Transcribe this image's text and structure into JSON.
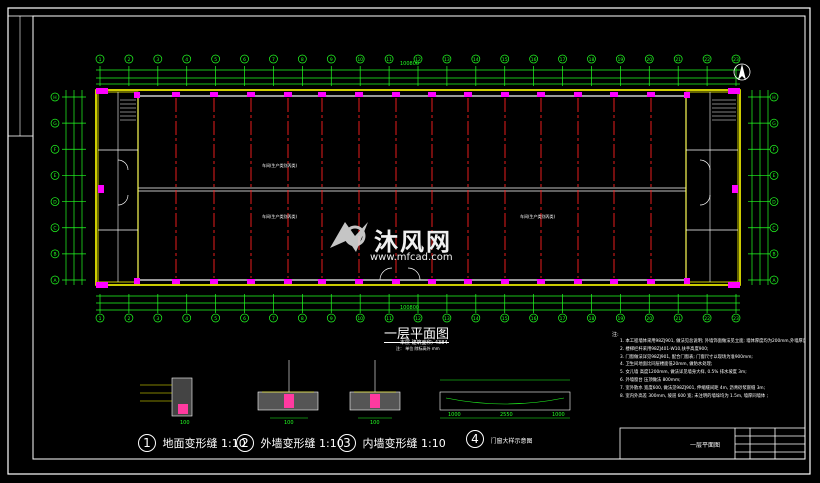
{
  "drawing": {
    "title": "一层平面图",
    "scale_note": "本层 建筑面积: 4384",
    "sub_note": "注： 单位 除标高外 mm",
    "room_labels": [
      "车间(生产类别丙类)",
      "车间(生产类别丙类)",
      "车间(生产类别丙类)"
    ],
    "watermark_brand": "沐风网",
    "watermark_url": "www.mfcad.com",
    "notes_heading": "注:",
    "notes": [
      "1. 本工程墙体采用98ZJ901, 做法见总说明; 外墙饰面做法见立面; 墙体厚度均为200mm,外墙厚度为300mm;",
      "2. 楼梯栏杆采用98ZJ401-W10,扶手高度900;",
      "3. 门窗做法详见98ZJ901, 配合门窗表; 门窗尺寸以现场为准900mm;",
      "4. 卫生间地面比同层楼面低20mm, 做防水处理;",
      "5. 女儿墙 高度1200mm, 做法详见墙身大样, 0.5% 排水坡度 3m;",
      "6. 外墙窗台 压顶做法 800mm;",
      "7. 室外散水 宽度600, 做法见98ZJ901, 伸缩缝间距 4m, 沥青砂浆嵌缝 3m;",
      "8. 室内外高差 300mm, 坡道 600 宽; 未注明的墙垛均为 1.5m, 墙厚同墙体 ;"
    ],
    "details": [
      {
        "num": "1",
        "title": "地面变形缝",
        "scale": "1:10",
        "dim": "100"
      },
      {
        "num": "2",
        "title": "外墙变形缝",
        "scale": "1:10",
        "dim": "100"
      },
      {
        "num": "3",
        "title": "内墙变形缝",
        "scale": "1:10",
        "dim": "100"
      },
      {
        "num": "4",
        "title": "门窗大样示意图",
        "scale": "",
        "dims": [
          "1000",
          "2550",
          "1000"
        ]
      }
    ],
    "title_block": {
      "label": "一层平面图"
    },
    "overall_dim_top": "100800",
    "overall_dim_bottom": "100800",
    "col_axes": [
      "1",
      "2",
      "3",
      "4",
      "5",
      "6",
      "7",
      "8",
      "9",
      "10",
      "11",
      "12",
      "13",
      "14",
      "15",
      "16",
      "17",
      "18",
      "19",
      "20",
      "21",
      "22",
      "23"
    ],
    "row_axes": [
      "A",
      "B",
      "C",
      "D",
      "E",
      "F",
      "G",
      "H"
    ],
    "colors": {
      "background": "#000000",
      "grid": "#22ff22",
      "wall": "#ffff00",
      "column": "#ff00ff",
      "axis": "#ff2020",
      "text": "#ffffff",
      "frame": "#ffffff"
    }
  }
}
